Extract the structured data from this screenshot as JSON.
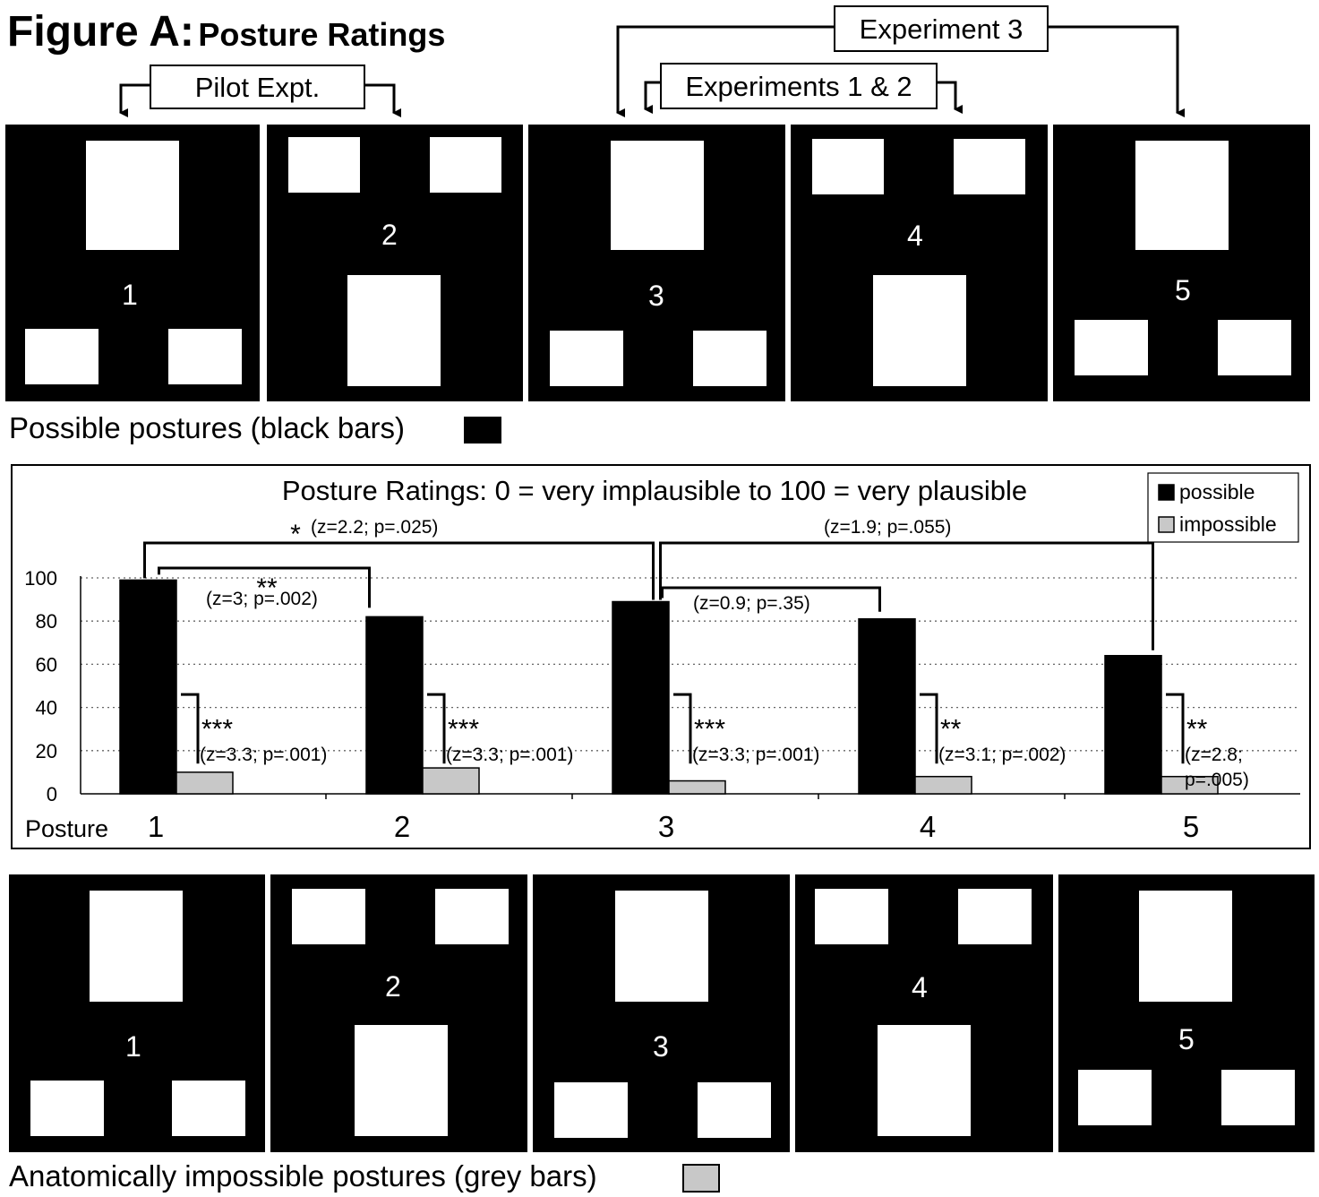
{
  "figure": {
    "title_main": "Figure A:",
    "title_sub": "Posture Ratings",
    "brackets": {
      "pilot": "Pilot Expt.",
      "exp12": "Experiments 1 & 2",
      "exp3": "Experiment 3"
    },
    "top_caption": "Possible postures (black bars)",
    "bottom_caption": "Anatomically impossible postures (grey bars)",
    "panel_numbers": [
      "1",
      "2",
      "3",
      "4",
      "5"
    ]
  },
  "chart_data": {
    "type": "bar",
    "title": "Posture Ratings: 0 = very implausible to 100 = very plausible",
    "xlabel": "Posture",
    "categories": [
      "1",
      "2",
      "3",
      "4",
      "5"
    ],
    "series": [
      {
        "name": "possible",
        "color": "#000000",
        "values": [
          99,
          82,
          89,
          81,
          64
        ]
      },
      {
        "name": "impossible",
        "color": "#c8c8c8",
        "values": [
          10,
          12,
          6,
          8,
          8
        ]
      }
    ],
    "ylim": [
      0,
      100
    ],
    "yticks": [
      "0",
      "20",
      "40",
      "60",
      "80",
      "100"
    ],
    "grid": "dotted horizontal",
    "legend": "top-right",
    "annotations": {
      "cmp_1_3": {
        "stars": "*",
        "stat": "(z=2.2; p=.025)"
      },
      "cmp_3_5": {
        "stat": "(z=1.9; p=.055)"
      },
      "cmp_1_2": {
        "stars": "**",
        "stat": "(z=3; p=.002)"
      },
      "cmp_3_4": {
        "stat": "(z=0.9; p=.35)"
      },
      "within": [
        {
          "stars": "***",
          "stat": "(z=3.3; p=.001)"
        },
        {
          "stars": "***",
          "stat": "(z=3.3; p=.001)"
        },
        {
          "stars": "***",
          "stat": "(z=3.3; p=.001)"
        },
        {
          "stars": "**",
          "stat": "(z=3.1; p=.002)"
        },
        {
          "stars": "**",
          "stat1": "(z=2.8;",
          "stat2": "p=.005)"
        }
      ]
    }
  }
}
